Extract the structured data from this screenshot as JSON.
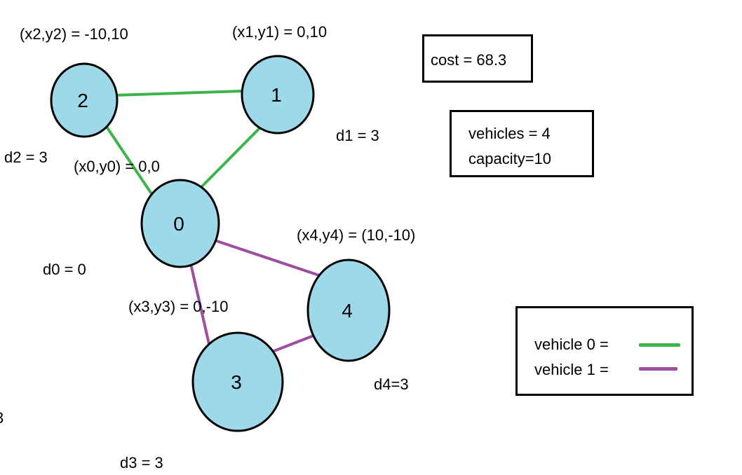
{
  "colors": {
    "node_fill": "#9ed9ea",
    "node_stroke": "#000000",
    "vehicle0": "#3cb44b",
    "vehicle1": "#9b4f9e"
  },
  "nodes": [
    {
      "id": "0",
      "label": "0"
    },
    {
      "id": "1",
      "label": "1"
    },
    {
      "id": "2",
      "label": "2"
    },
    {
      "id": "3",
      "label": "3"
    },
    {
      "id": "4",
      "label": "4"
    }
  ],
  "edges": [
    {
      "from": "0",
      "to": "1",
      "vehicle": 0
    },
    {
      "from": "1",
      "to": "2",
      "vehicle": 0
    },
    {
      "from": "2",
      "to": "0",
      "vehicle": 0
    },
    {
      "from": "0",
      "to": "4",
      "vehicle": 1
    },
    {
      "from": "4",
      "to": "3",
      "vehicle": 1
    },
    {
      "from": "3",
      "to": "0",
      "vehicle": 1
    }
  ],
  "coord_labels": {
    "n0": "(x0,y0) = 0,0",
    "n1": "(x1,y1) = 0,10",
    "n2": "(x2,y2) = -10,10",
    "n3": "(x3,y3) = 0,-10",
    "n4": "(x4,y4) = (10,-10)"
  },
  "demand_labels": {
    "d0": "d0 = 0",
    "d1": "d1 = 3",
    "d2": "d2 = 3",
    "d3": "d3 = 3",
    "d4": "d4=3"
  },
  "stray_text": "3",
  "cost_box": {
    "text": "cost = 68.3"
  },
  "fleet_box": {
    "vehicles": "vehicles = 4",
    "capacity": "capacity=10"
  },
  "legend": {
    "vehicle0": "vehicle 0 =",
    "vehicle1": "vehicle 1 ="
  }
}
